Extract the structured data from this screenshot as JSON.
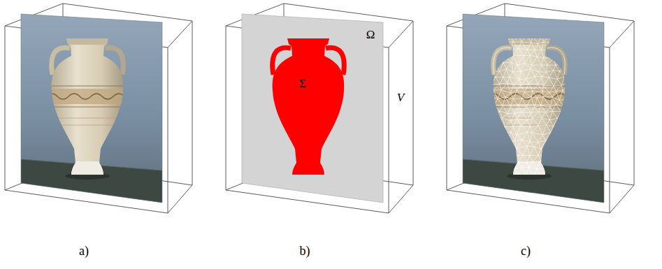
{
  "diagram": {
    "nodes": [
      {
        "text": [
          "V"
        ]
      },
      {
        "text": [
          "Ω"
        ],
        "in": 0
      },
      {
        "text": [
          "Σ"
        ],
        "in": 1
      }
    ],
    "labels": [
      "a)",
      "b)",
      "c)"
    ]
  }
}
